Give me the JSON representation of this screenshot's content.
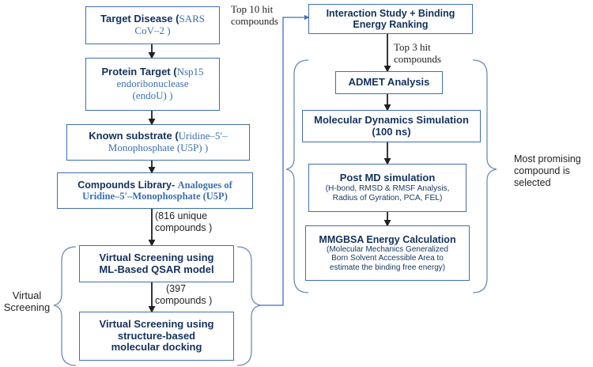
{
  "diagram": {
    "title": "Virtual screening and molecular dynamics workflow",
    "colors": {
      "box_border": "#3f6fb5",
      "heading_text": "#13315c",
      "accent_blue_text": "#3a6fb0",
      "connector": "#231f20",
      "brace": "#6d8bb5"
    },
    "left_column": [
      {
        "name": "target-disease",
        "head": "Target Disease (",
        "detail": "SARS",
        "detail2": "CoV–2 )"
      },
      {
        "name": "protein-target",
        "head": "Protein Target (",
        "detail": "Nsp15",
        "detail2": "endoribonuclease",
        "detail3": "(endoU) )"
      },
      {
        "name": "known-substrate",
        "head": "Known substrate (",
        "detail": "Uridine–5′–",
        "detail2": "Monophosphate (U5P) )"
      },
      {
        "name": "compounds-library",
        "head": "Compounds Library-",
        "detail": "Analogues of",
        "detail2": "Uridine–5′–Monophosphate (U5P)"
      },
      {
        "name": "virtual-screening-qsar",
        "line1": "Virtual Screening using",
        "line2": "ML-Based QSAR model"
      },
      {
        "name": "virtual-screening-docking",
        "line1": "Virtual Screening using",
        "line2": "structure-based",
        "line3": "molecular docking"
      }
    ],
    "right_column": [
      {
        "name": "interaction-study",
        "line1": "Interaction Study + Binding",
        "line2": "Energy Ranking"
      },
      {
        "name": "admet-analysis",
        "line1": "ADMET Analysis"
      },
      {
        "name": "molecular-dynamics",
        "line1": "Molecular Dynamics Simulation",
        "line2": "(100 ns)"
      },
      {
        "name": "post-md-simulation",
        "line1": "Post MD simulation",
        "sub1": "(H-bond, RMSD & RMSF Analysis,",
        "sub2": "Radius of Gyration, PCA, FEL)"
      },
      {
        "name": "mmgbsa-energy",
        "line1": "MMGBSA Energy Calculation",
        "sub1": "(Molecular Mechanics Generalized",
        "sub2": "Born Solvent Accessible Area to",
        "sub3": "estimate the binding free energy)"
      }
    ],
    "annotations": [
      {
        "name": "annotation-816-compounds",
        "line1": "(816 unique",
        "line2": "compounds )"
      },
      {
        "name": "annotation-397-compounds",
        "line1": "(397",
        "line2": "compounds )"
      },
      {
        "name": "annotation-top-10-hits",
        "line1": "Top 10 hit",
        "line2": "compounds"
      },
      {
        "name": "annotation-top-3-hits",
        "line1": "Top 3 hit",
        "line2": "compounds"
      },
      {
        "name": "annotation-virtual-screening-group",
        "line1": "Virtual",
        "line2": "Screening"
      },
      {
        "name": "annotation-most-promising",
        "line1": "Most promising",
        "line2": "compound is",
        "line3": "selected"
      }
    ]
  }
}
